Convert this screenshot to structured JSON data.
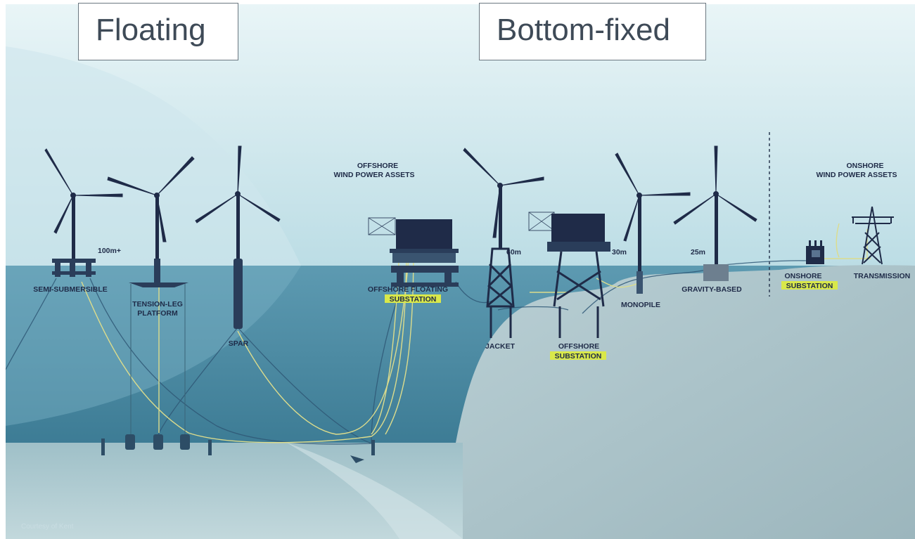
{
  "headings": {
    "floating": "Floating",
    "bottom_fixed": "Bottom-fixed"
  },
  "sections": {
    "offshore_line1": "OFFSHORE",
    "offshore_line2": "WIND POWER ASSETS",
    "onshore_line1": "ONSHORE",
    "onshore_line2": "WIND POWER ASSETS"
  },
  "depths": {
    "floating": "100m+",
    "jacket": "60m",
    "monopile": "30m",
    "gravity": "25m"
  },
  "labels": {
    "semi_submersible": "SEMI-SUBMERSIBLE",
    "tension_leg_1": "TENSION-LEG",
    "tension_leg_2": "PLATFORM",
    "spar": "SPAR",
    "floating_sub_1": "OFFSHORE FLOATING",
    "floating_sub_2": "SUBSTATION",
    "jacket": "JACKET",
    "offshore_sub_1": "OFFSHORE",
    "offshore_sub_2": "SUBSTATION",
    "monopile": "MONOPILE",
    "gravity": "GRAVITY-BASED",
    "onshore_sub_1": "ONSHORE",
    "onshore_sub_2": "SUBSTATION",
    "transmission": "TRANSMISSION"
  },
  "credit": "Courtesy of Kent",
  "colors": {
    "structure": "#1f2b48",
    "label": "#1f2b48",
    "highlight": "#d9e84a",
    "cable_export": "#d8d98a",
    "cable_array": "#31597a",
    "sea_surface": "#6aa5bb",
    "sea_deep": "#3f7f98",
    "seabed": "#9cb8c0",
    "sky": "#d8ecf0"
  }
}
